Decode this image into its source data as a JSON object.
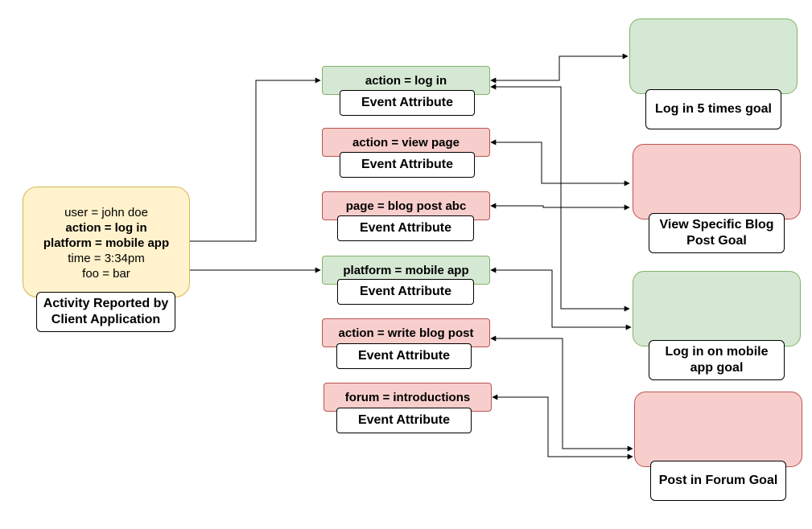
{
  "source": {
    "lines": [
      "user = john doe",
      "action = log in",
      "platform = mobile app",
      "time = 3:34pm",
      "foo = bar"
    ],
    "caption": "Activity Reported by Client Application"
  },
  "attributes": [
    {
      "condition": "action = log in",
      "label": "Event Attribute",
      "status": "green"
    },
    {
      "condition": "action = view page",
      "label": "Event Attribute",
      "status": "red"
    },
    {
      "condition": "page = blog post abc",
      "label": "Event Attribute",
      "status": "red"
    },
    {
      "condition": "platform = mobile app",
      "label": "Event Attribute",
      "status": "green"
    },
    {
      "condition": "action = write blog post",
      "label": "Event Attribute",
      "status": "red"
    },
    {
      "condition": "forum = introductions",
      "label": "Event Attribute",
      "status": "red"
    }
  ],
  "goals": [
    {
      "label": "Log in 5 times goal",
      "status": "green"
    },
    {
      "label": "View Specific Blog Post Goal",
      "status": "red"
    },
    {
      "label": "Log in on mobile app goal",
      "status": "green"
    },
    {
      "label": "Post in Forum Goal",
      "status": "red"
    }
  ],
  "colors": {
    "green_fill": "#d5e8d4",
    "green_stroke": "#82b366",
    "red_fill": "#f8cecc",
    "red_stroke": "#b85450",
    "yellow_fill": "#fff2cc",
    "yellow_stroke": "#d6b656",
    "line": "#000000"
  }
}
